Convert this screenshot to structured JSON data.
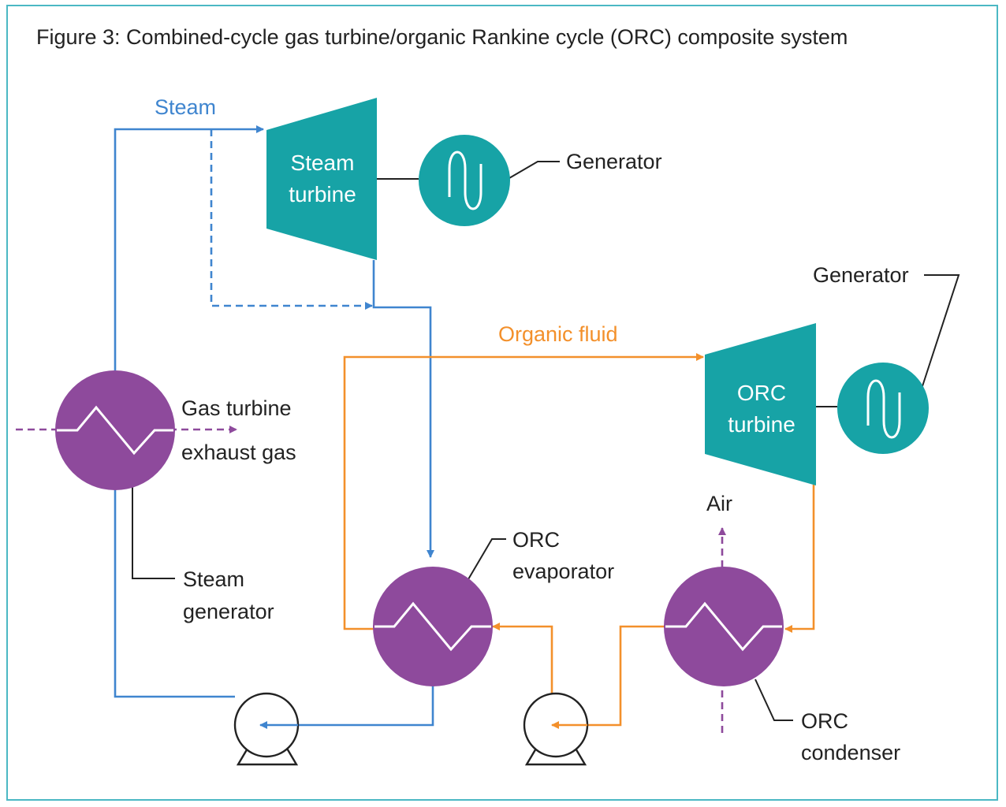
{
  "title": "Figure 3: Combined-cycle gas turbine/organic Rankine cycle (ORC) composite system",
  "labels": {
    "steam": "Steam",
    "steam_turbine_line1": "Steam",
    "steam_turbine_line2": "turbine",
    "generator_top": "Generator",
    "generator_right": "Generator",
    "organic_fluid": "Organic fluid",
    "orc_turbine_line1": "ORC",
    "orc_turbine_line2": "turbine",
    "gas_turbine_line1": "Gas turbine",
    "gas_turbine_line2": "exhaust gas",
    "air": "Air",
    "orc_evaporator_line1": "ORC",
    "orc_evaporator_line2": "evaporator",
    "steam_generator_line1": "Steam",
    "steam_generator_line2": "generator",
    "orc_condenser_line1": "ORC",
    "orc_condenser_line2": "condenser"
  },
  "colors": {
    "steam_line": "#3f85cf",
    "organic_line": "#f3902b",
    "heat_exchanger": "#8e4a9c",
    "turbine": "#17a3a6",
    "border": "#4bb8c4",
    "leader_line": "#222222"
  }
}
